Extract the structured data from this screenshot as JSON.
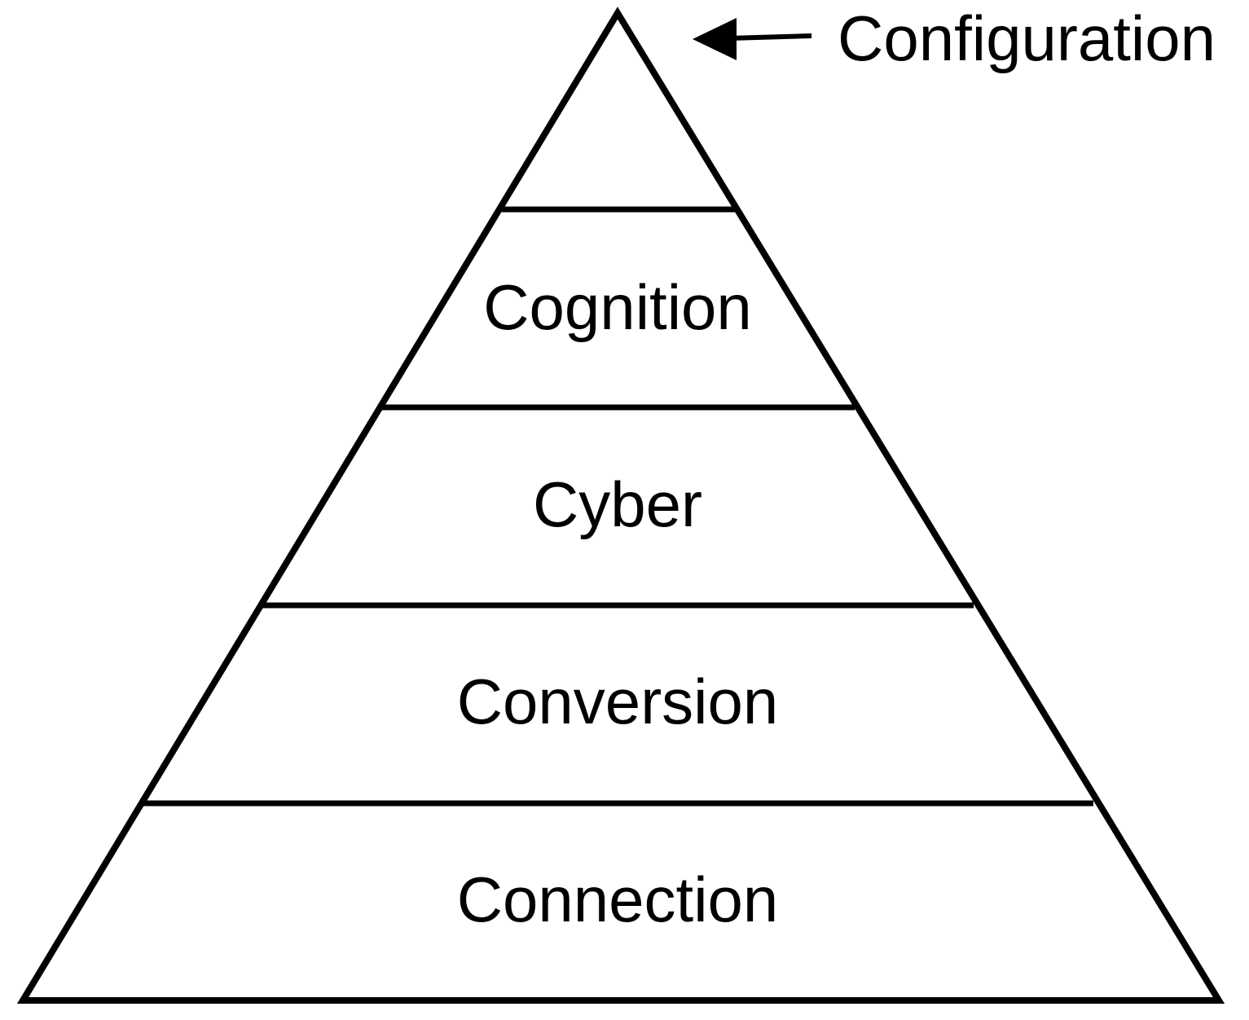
{
  "diagram": {
    "type": "pyramid",
    "callout": {
      "label": "Configuration",
      "target_layer": "top"
    },
    "layers": [
      {
        "label": "Cognition"
      },
      {
        "label": "Cyber"
      },
      {
        "label": "Conversion"
      },
      {
        "label": "Connection"
      }
    ],
    "colors": {
      "stroke": "#000000",
      "fill": "#ffffff",
      "text": "#000000"
    }
  }
}
